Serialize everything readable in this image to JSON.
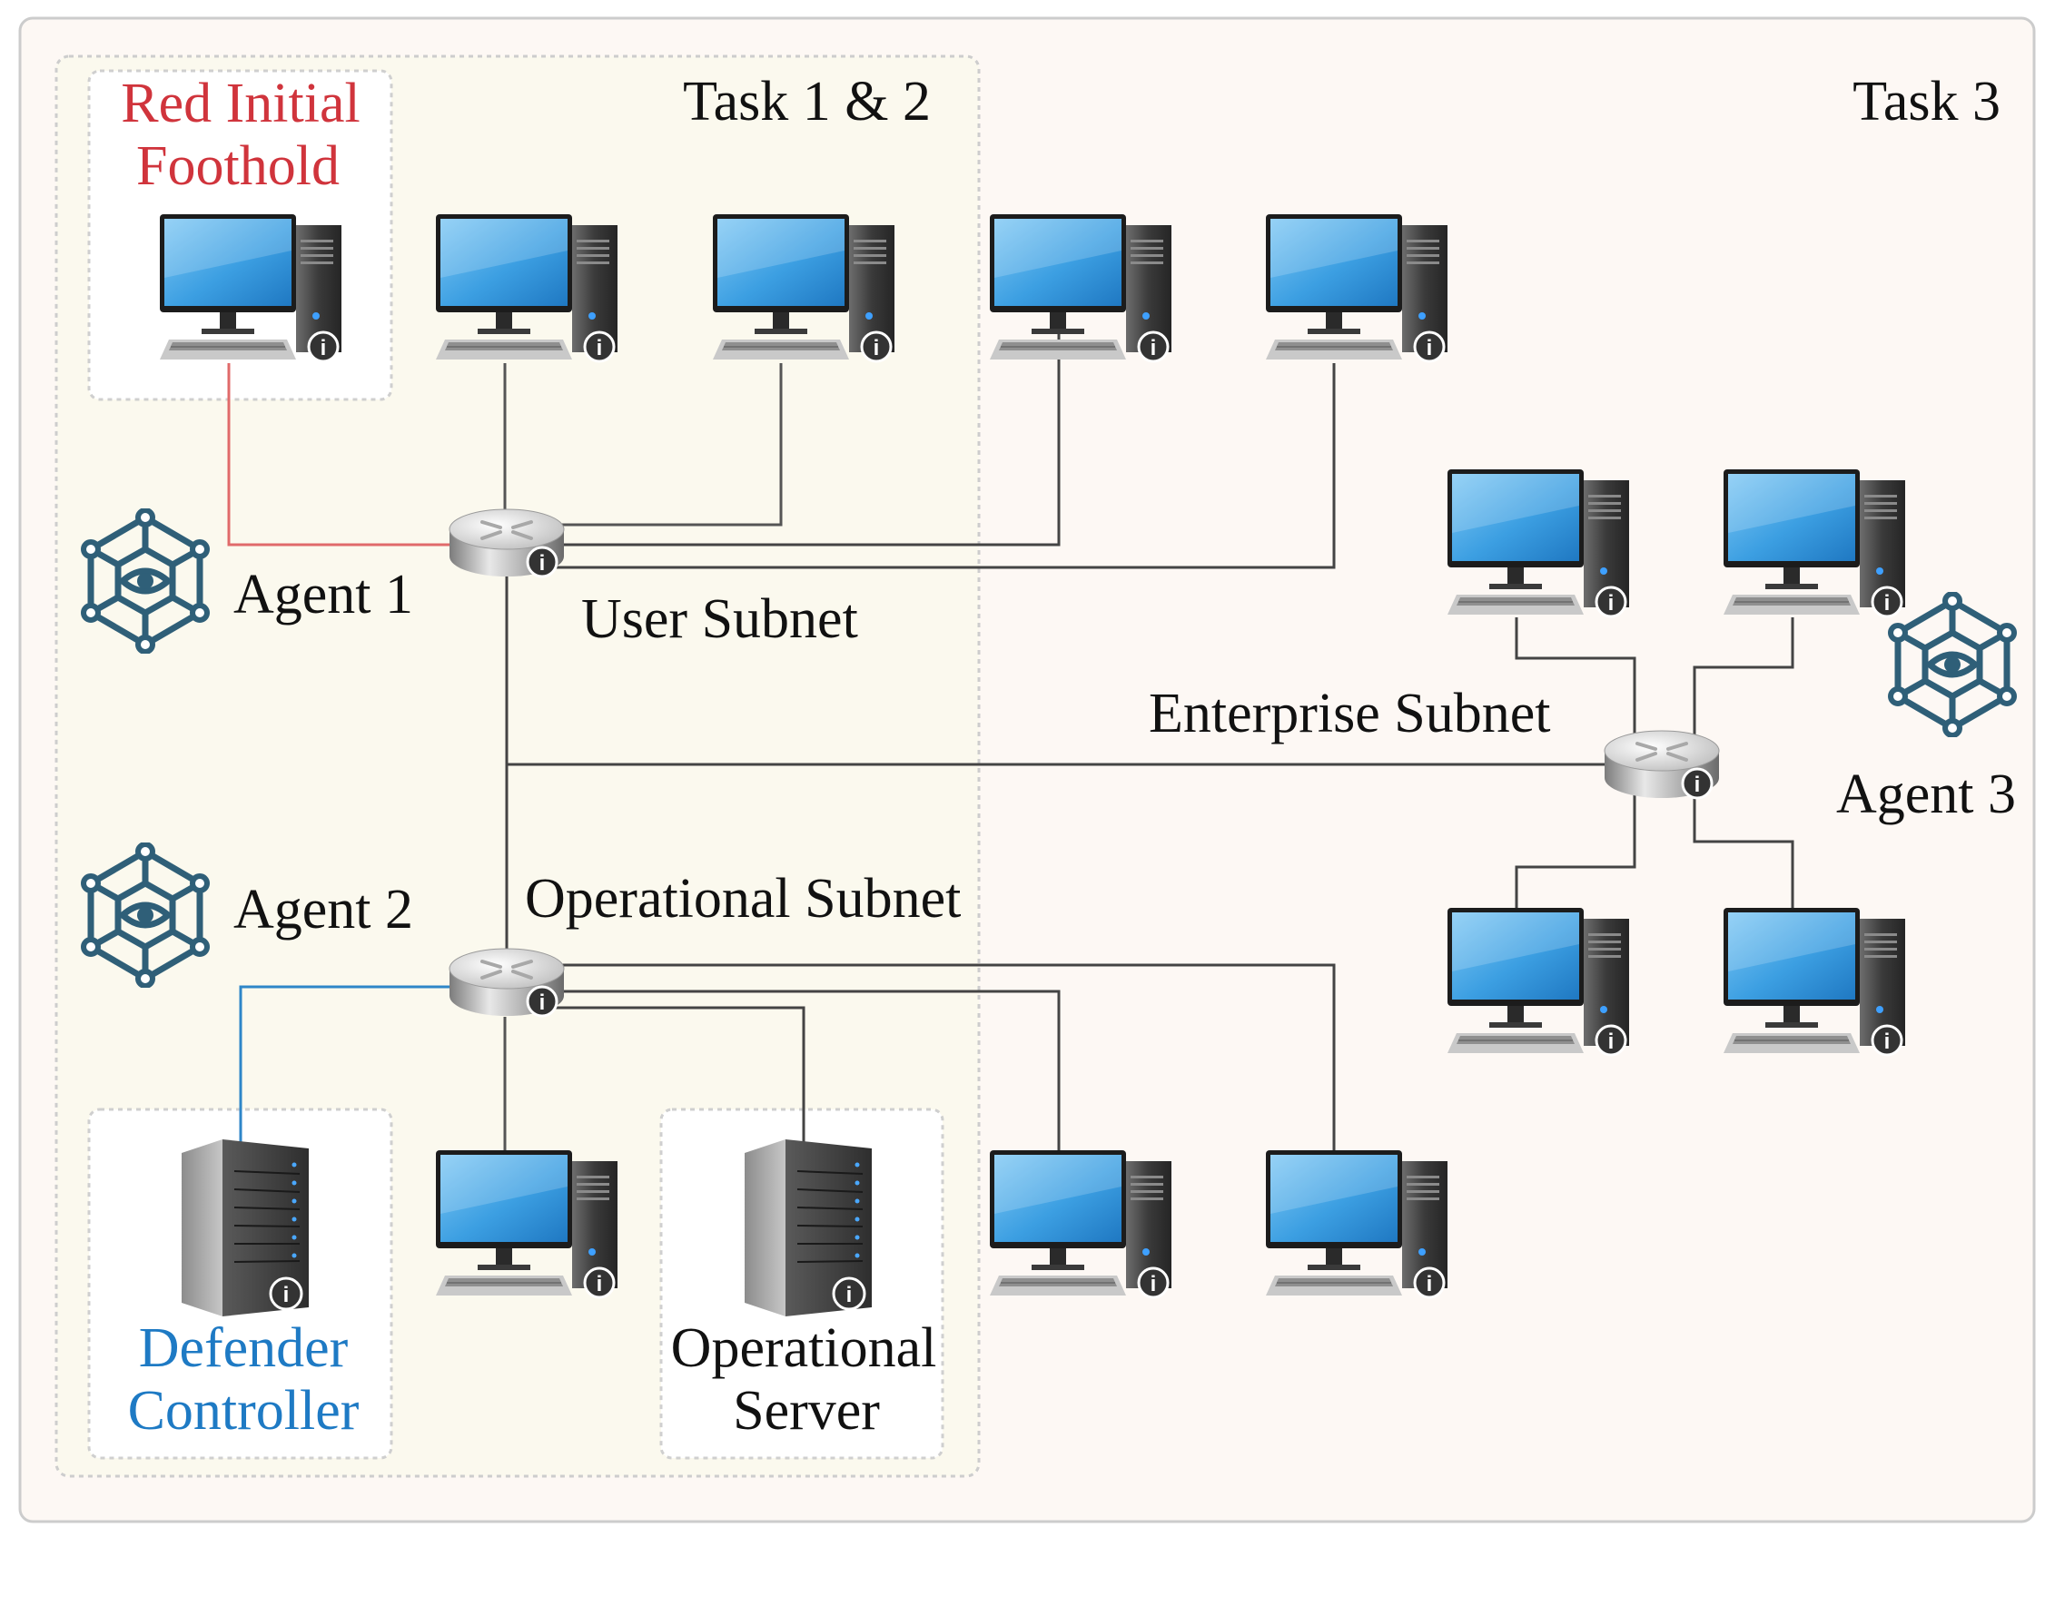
{
  "regions": {
    "task12_label": "Task 1 & 2",
    "task3_label": "Task 3"
  },
  "subnets": {
    "user": "User Subnet",
    "enterprise": "Enterprise Subnet",
    "operational": "Operational Subnet"
  },
  "agents": {
    "agent1": "Agent 1",
    "agent2": "Agent 2",
    "agent3": "Agent 3"
  },
  "special_hosts": {
    "red_foothold": {
      "line1": "Red Initial",
      "line2": "Foothold"
    },
    "defender": {
      "line1": "Defender",
      "line2": "Controller"
    },
    "op_server": {
      "line1": "Operational",
      "line2": "Server"
    }
  },
  "colors": {
    "task3_bg": "#fdf8f4",
    "task12_bg": "#fbf9ee",
    "red_link": "#e06a6a",
    "blue_link": "#2e86c8",
    "agent_icon": "#2f5f78",
    "link": "#444444"
  },
  "icons": [
    "computer-icon",
    "router-icon",
    "server-icon",
    "agent-network-icon",
    "info-icon"
  ]
}
